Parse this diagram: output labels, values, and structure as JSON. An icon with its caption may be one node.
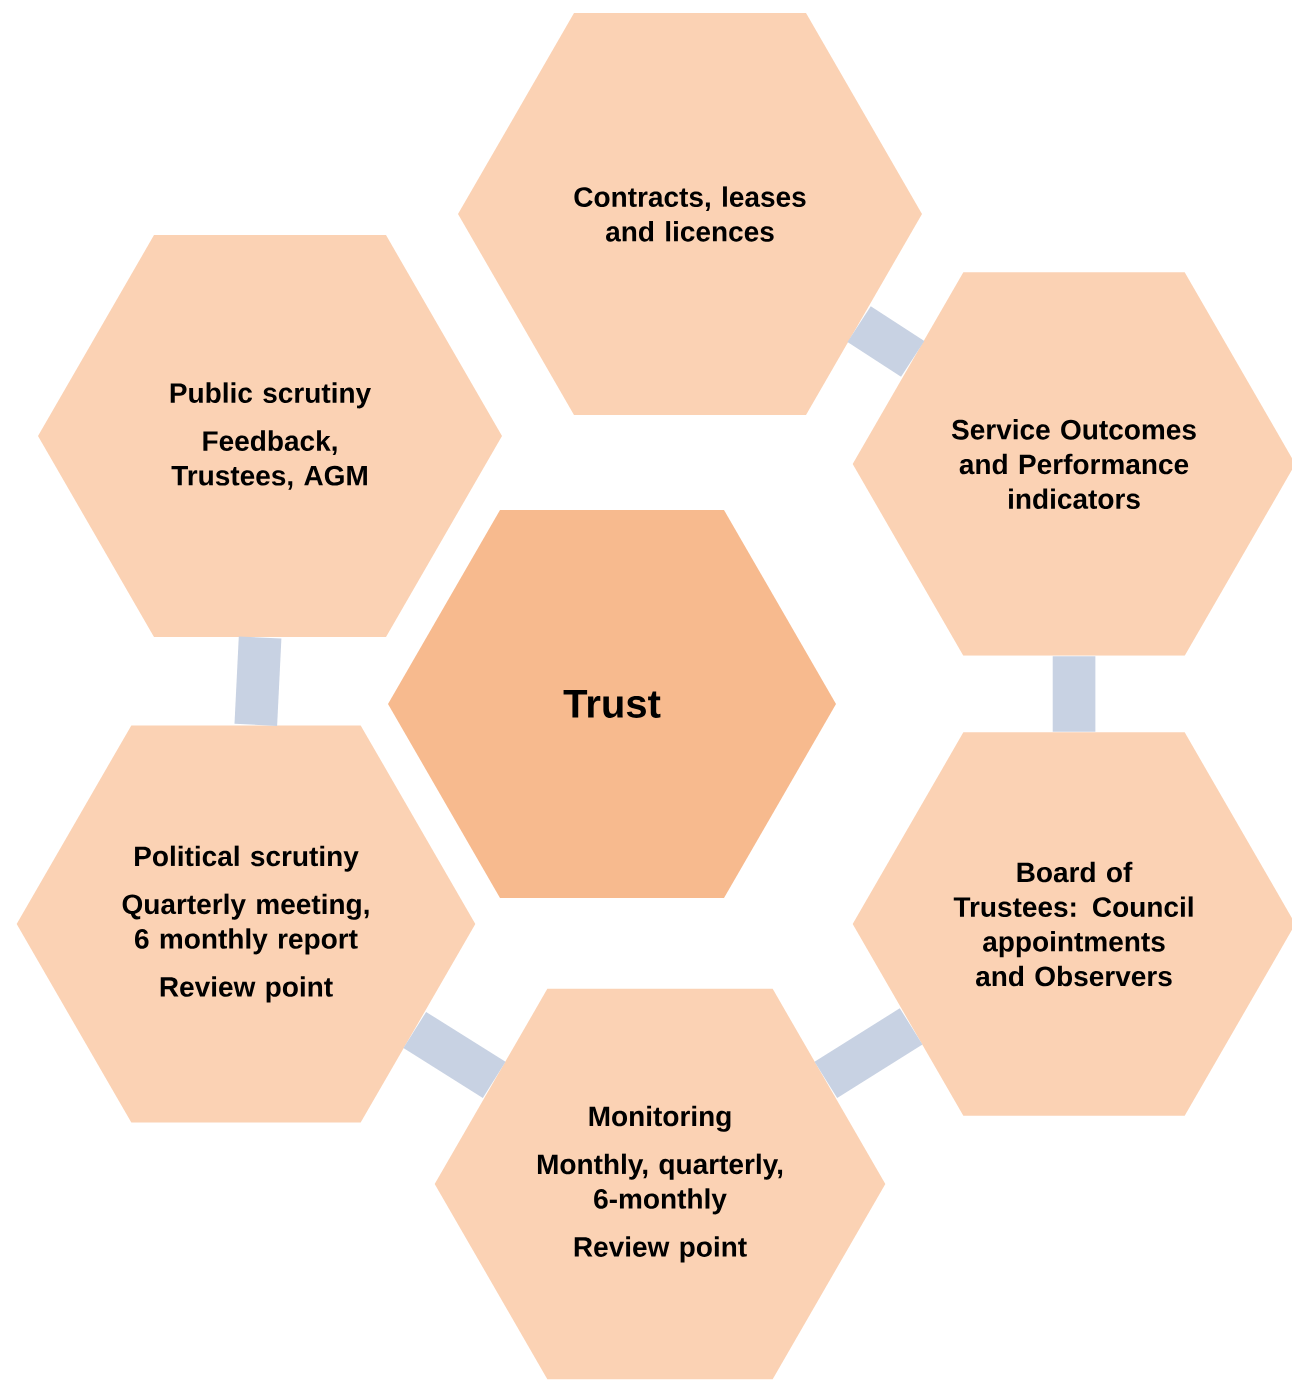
{
  "diagram": {
    "nodes": [
      {
        "text": [
          "Contracts, leases and licences"
        ]
      },
      {
        "text": [
          "Public scrutiny",
          "Feedback, Trustees, AGM"
        ]
      },
      {
        "text": [
          "Service Outcomes and Performance indicators"
        ]
      },
      {
        "text": [
          "Trust"
        ]
      },
      {
        "text": [
          "Political scrutiny",
          "Quarterly meeting, 6 monthly report",
          "Review point"
        ]
      },
      {
        "text": [
          "Board of Trustees: Council appointments and Observers"
        ]
      },
      {
        "text": [
          "Monitoring",
          "Monthly, quarterly, 6-monthly",
          "Review point"
        ]
      }
    ],
    "edges": [
      {
        "from": 0,
        "to": 2,
        "arrow": "none"
      },
      {
        "from": 2,
        "to": 5,
        "arrow": "none"
      },
      {
        "from": 5,
        "to": 6,
        "arrow": "none"
      },
      {
        "from": 6,
        "to": 4,
        "arrow": "none"
      },
      {
        "from": 4,
        "to": 1,
        "arrow": "none"
      }
    ]
  }
}
